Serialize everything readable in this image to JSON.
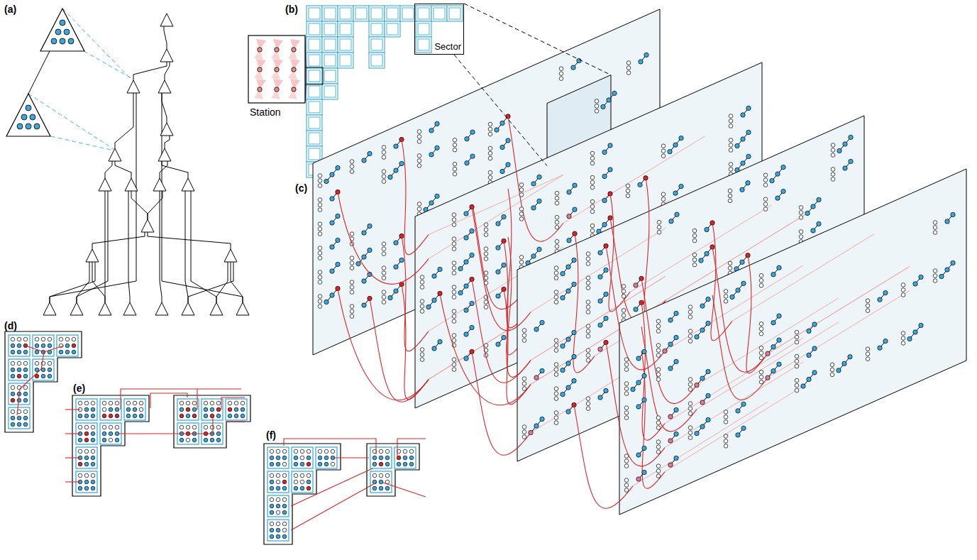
{
  "diagram": {
    "nodes": [
      {
        "text": [
          "Station"
        ]
      },
      {
        "text": [
          "Sector"
        ]
      }
    ],
    "labels": [
      "(a)",
      "(b)",
      "(c)",
      "(d)",
      "(e)",
      "(f)"
    ]
  }
}
